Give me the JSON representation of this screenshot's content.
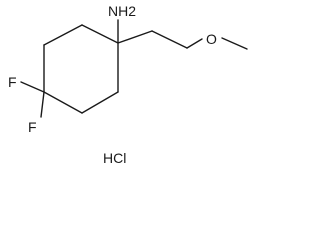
{
  "molecule": {
    "atoms": {
      "amine": "NH2",
      "fluorine_top": "F",
      "fluorine_bottom": "F",
      "ether_oxygen": "O"
    },
    "salt": "HCl"
  }
}
